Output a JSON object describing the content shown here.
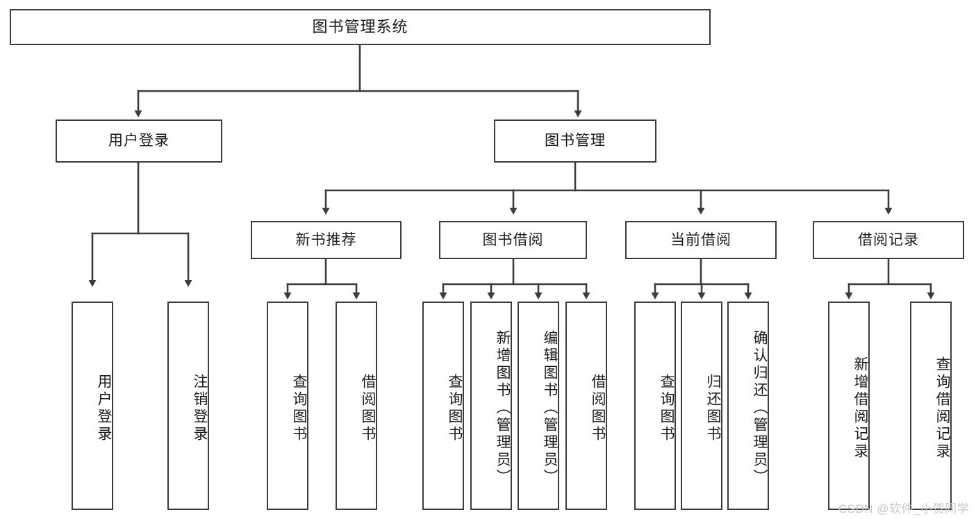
{
  "diagram": {
    "title": "图书管理系统",
    "type": "tree-hierarchy-chart",
    "root": {
      "label": "图书管理系统"
    },
    "level1": [
      {
        "label": "用户登录"
      },
      {
        "label": "图书管理"
      }
    ],
    "level2": [
      {
        "label": "新书推荐"
      },
      {
        "label": "图书借阅"
      },
      {
        "label": "当前借阅"
      },
      {
        "label": "借阅记录"
      }
    ],
    "leaves": {
      "user_login": [
        {
          "label": "用户登录"
        },
        {
          "label": "注销登录"
        }
      ],
      "new_book_recommend": [
        {
          "label": "查询图书"
        },
        {
          "label": "借阅图书"
        }
      ],
      "book_borrow": [
        {
          "label": "查询图书"
        },
        {
          "label": "新增图书（管理员）"
        },
        {
          "label": "编辑图书（管理员）"
        },
        {
          "label": "借阅图书"
        }
      ],
      "current_borrow": [
        {
          "label": "查询图书"
        },
        {
          "label": "归还图书"
        },
        {
          "label": "确认归还（管理员）"
        }
      ],
      "borrow_record": [
        {
          "label": "新增借阅记录"
        },
        {
          "label": "查询借阅记录"
        }
      ]
    }
  },
  "watermark": {
    "text": "CSDN @软件_小贺同学"
  },
  "colors": {
    "border": "#3c3c3c",
    "text": "#1a1a1a",
    "background": "#ffffff",
    "watermark": "#c8c8c8"
  }
}
